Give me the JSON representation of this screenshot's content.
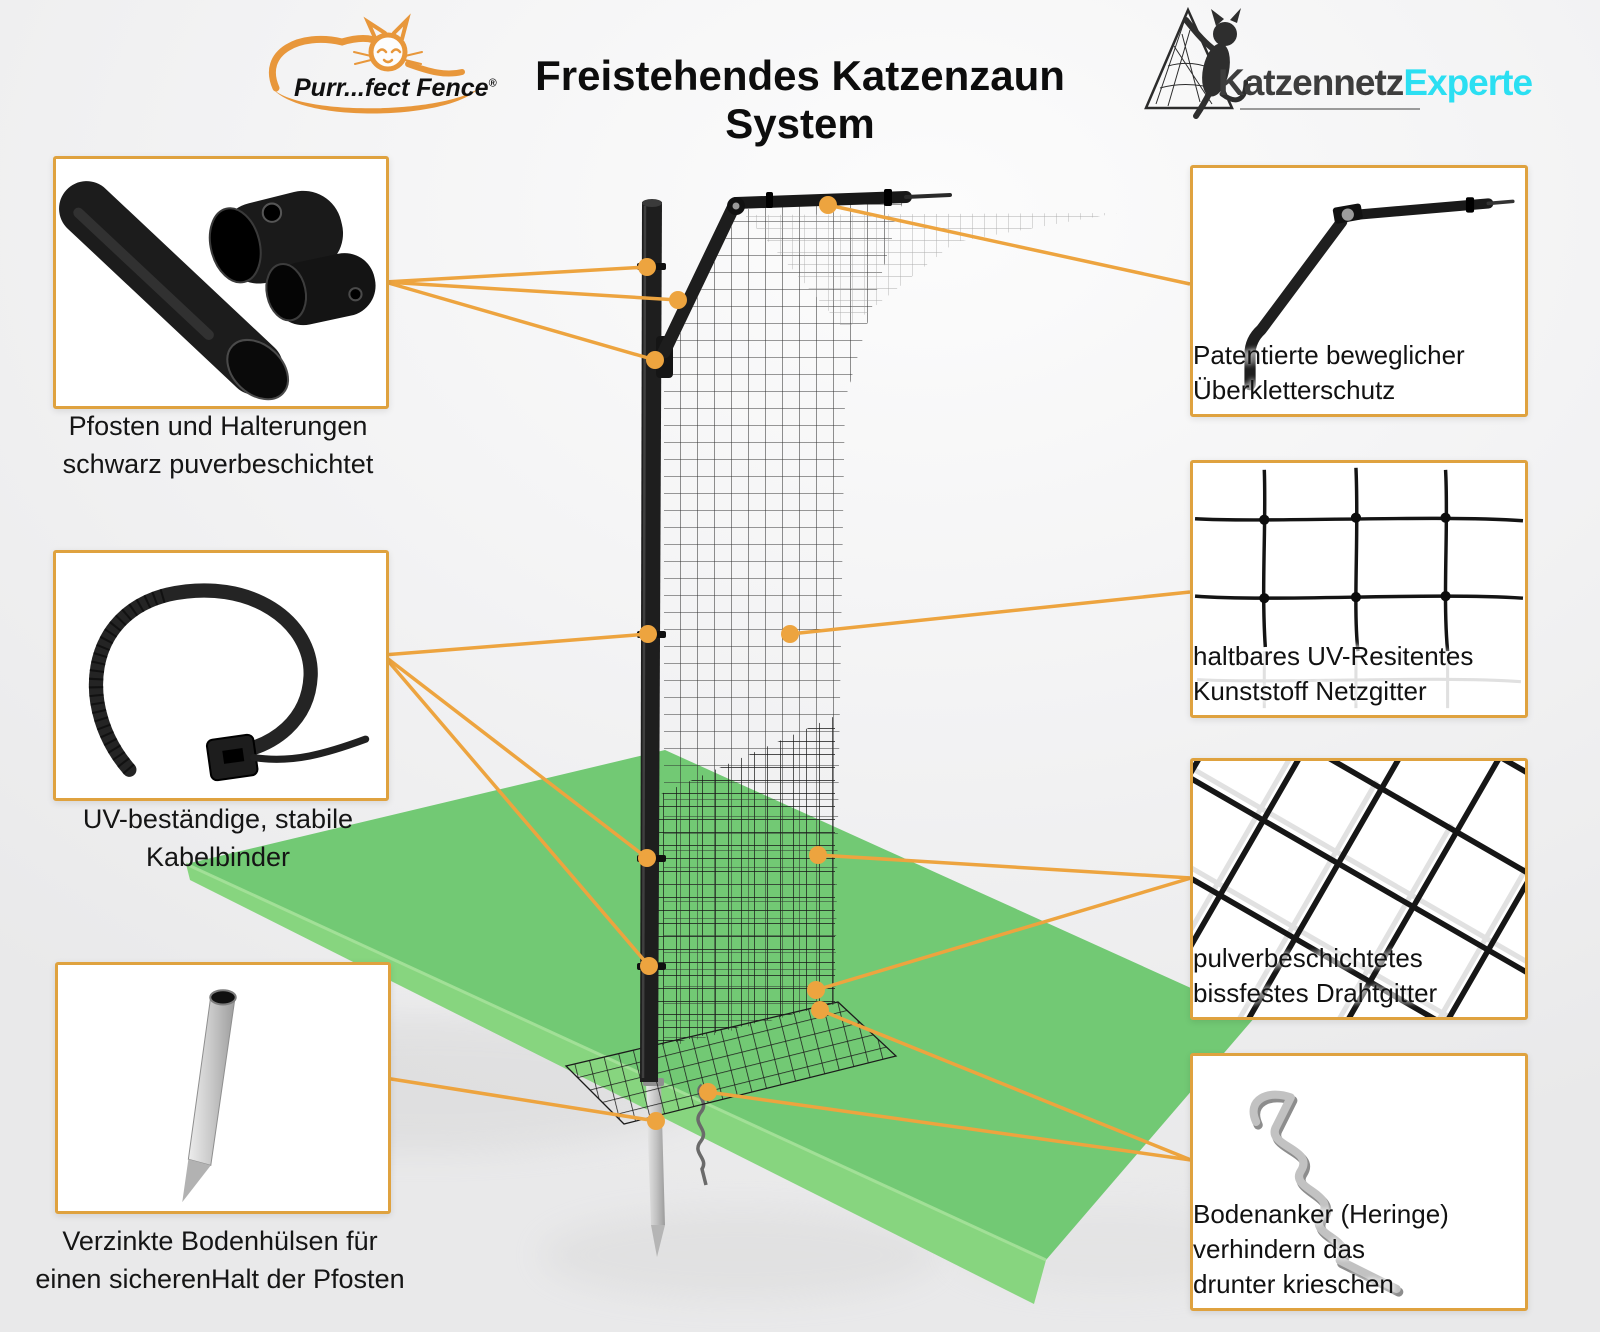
{
  "header": {
    "title": "Freistehendes Katzenzaun System",
    "logo_left": {
      "text": "Purr...fect Fence",
      "reg": "®"
    },
    "logo_right": {
      "part1": "Katzennetz",
      "part2": "Experte"
    }
  },
  "callouts": {
    "left": [
      {
        "icon": "black-post-and-brackets",
        "caption_lines": [
          "Pfosten und Halterungen",
          "schwarz puverbeschichtet"
        ]
      },
      {
        "icon": "black-cable-tie",
        "caption_lines": [
          "UV-beständige, stabile",
          "Kabelbinder"
        ]
      },
      {
        "icon": "galvanized-ground-sleeve",
        "caption_lines": [
          "Verzinkte Bodenhülsen für",
          "einen sicherenHalt der Pfosten"
        ]
      }
    ],
    "right": [
      {
        "icon": "pivoting-overclimb-arm",
        "caption_lines": [
          "Patentierte beweglicher",
          "Überkletterschutz"
        ]
      },
      {
        "icon": "plastic-netting",
        "caption_lines": [
          "haltbares UV-Resitentes",
          "Kunststoff Netzgitter"
        ]
      },
      {
        "icon": "wire-mesh",
        "caption_lines": [
          "pulverbeschichtetes",
          "bissfestes Drahtgitter"
        ]
      },
      {
        "icon": "ground-anchor-peg",
        "caption_lines": [
          "Bodenanker (Heringe)",
          "verhindern das",
          "drunter krieschen"
        ]
      }
    ]
  },
  "colors": {
    "accent_orange": "#EDA43F",
    "box_border": "#DFA23F",
    "ground_green": "#72C974",
    "ground_green_edge": "#87D57F",
    "logo_orange": "#E8973B",
    "logo_cyan": "#2BDFF2",
    "title_black": "#0D0D0D"
  }
}
